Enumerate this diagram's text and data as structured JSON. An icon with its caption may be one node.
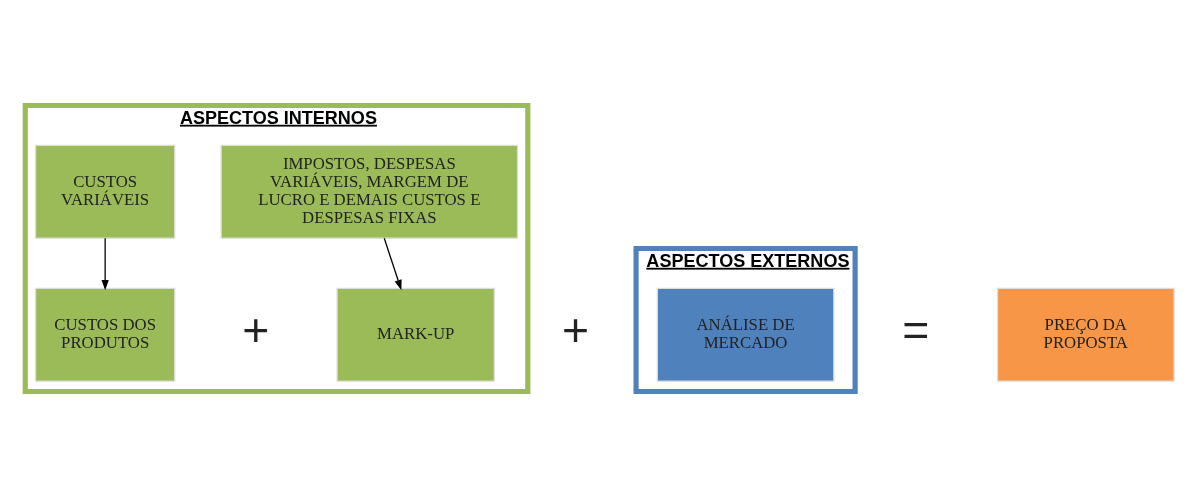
{
  "diagram": {
    "nodes": [
      {
        "text": [
          "ASPECTOS INTERNOS"
        ]
      },
      {
        "text": [
          "CUSTOS VARIÁVEIS"
        ],
        "in": 0
      },
      {
        "text": [
          "IMPOSTOS, DESPESAS VARIÁVEIS, MARGEM DE LUCRO E DEMAIS CUSTOS E DESPESAS FIXAS"
        ],
        "in": 0
      },
      {
        "text": [
          "CUSTOS DOS PRODUTOS"
        ],
        "in": 0
      },
      {
        "text": [
          "MARK-UP"
        ],
        "in": 0
      },
      {
        "text": [
          "ASPECTOS EXTERNOS"
        ]
      },
      {
        "text": [
          "ANÁLISE DE MERCADO"
        ],
        "in": 5
      },
      {
        "text": [
          "PREÇO DA PROPOSTA"
        ]
      }
    ],
    "edges": [
      {
        "from": 1,
        "to": 3,
        "arrow": "to"
      },
      {
        "from": 2,
        "to": 4,
        "arrow": "to"
      }
    ],
    "labels": [
      "+",
      "+",
      "="
    ]
  }
}
